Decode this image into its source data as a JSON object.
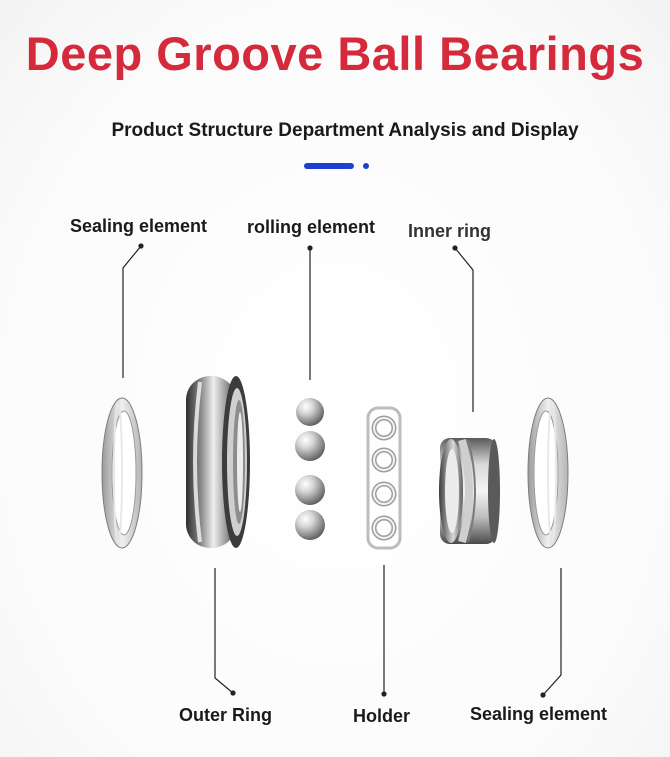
{
  "title": "Deep Groove Ball Bearings",
  "subtitle": "Product Structure Department Analysis and Display",
  "colors": {
    "title": "#d42a3c",
    "accent": "#1f3fd0",
    "steel_dark": "#3a3a3a",
    "steel_light": "#e6e6e6"
  },
  "labels": {
    "sealing_top": "Sealing element",
    "rolling": "rolling element",
    "inner_ring": "Inner ring",
    "outer_ring": "Outer Ring",
    "holder": "Holder",
    "sealing_bottom": "Sealing element"
  }
}
